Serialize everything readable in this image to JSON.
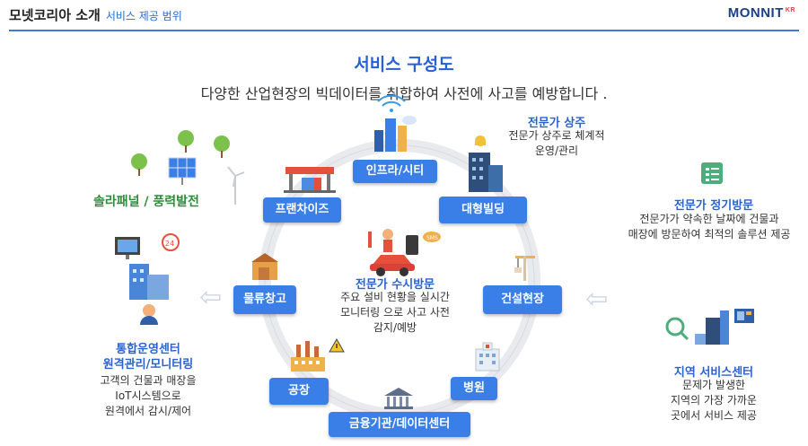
{
  "header": {
    "title": "모넷코리아 소개",
    "subtitle": "서비스 제공 범위",
    "logo": "MONNIT",
    "logo_suffix": "KR"
  },
  "main": {
    "title": "서비스 구성도",
    "subtitle": "다양한 산업현장의 빅데이터를 취합하여 사전에 사고를 예방합니다 ."
  },
  "cycle": {
    "nodes": {
      "infra": "인프라/시티",
      "building": "대형빌딩",
      "construction": "건설현장",
      "hospital": "병원",
      "finance": "금융기관/데이터센터",
      "factory": "공장",
      "warehouse": "물류창고",
      "franchise": "프랜차이즈"
    },
    "center": {
      "title": "전문가 수시방문",
      "lines": [
        "주요 설비 현황을 실시간",
        "모니터링 으로 사고 사전",
        "감지/예방"
      ]
    }
  },
  "left": {
    "solar": "솔라패널 / 풍력발전",
    "ops_title": [
      "통합운영센터",
      "원격관리/모니터링"
    ],
    "ops_lines": [
      "고객의 건물과 매장을",
      "IoT시스템으로",
      "원격에서 감시/제어"
    ]
  },
  "right": {
    "resident_title": "전문가 상주",
    "resident_lines": [
      "전문가 상주로 체계적",
      "운영/관리"
    ],
    "visit_title": "전문가 정기방문",
    "visit_lines": [
      "전문가가 약속한 날짜에 건물과",
      "매장에 방문하여 최적의 솔루션 제공"
    ],
    "local_title": "지역 서비스센터",
    "local_lines": [
      "문제가 발생한",
      "지역의 가장 가까운",
      "곳에서 서비스 제공"
    ]
  },
  "colors": {
    "accent": "#3a7ee8",
    "title_blue": "#2560d6",
    "solar_green": "#2e8b3a"
  }
}
